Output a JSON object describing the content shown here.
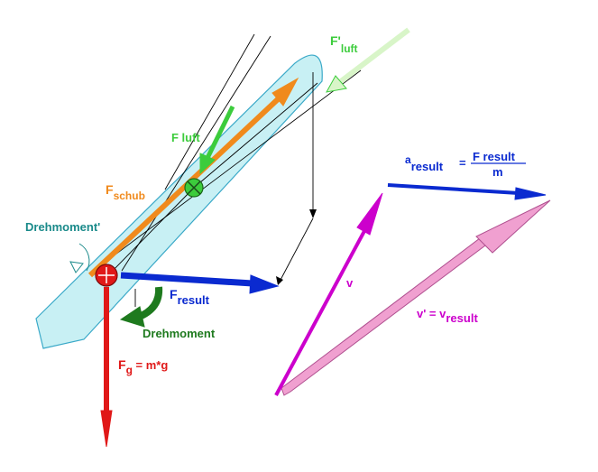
{
  "colors": {
    "body_fill": "#c8f0f4",
    "body_stroke": "#3aa9c8",
    "thrust": "#f08a1c",
    "air": "#3ccc3c",
    "air_light": "#d8f5c8",
    "resultant": "#0a2ad0",
    "gravity": "#e01818",
    "torque": "#1e7a1e",
    "torque_prime": "#1a8a8a",
    "velocity": "#cc00cc",
    "velocity_new": "#f0a0d0",
    "outline": "#000000"
  },
  "labels": {
    "f_luft_prime": {
      "main": "F'",
      "sub": "luft"
    },
    "f_luft": "F  luft",
    "f_schub": {
      "main": "F",
      "sub": "schub"
    },
    "drehmoment_prime": "Drehmoment'",
    "f_result": {
      "main": "F",
      "sub": "result"
    },
    "drehmoment": "Drehmoment",
    "f_g": {
      "main": "F",
      "sub": "g",
      "rest": " = m*g"
    },
    "a_result": {
      "main": "a",
      "sub": "result",
      "equals": "=",
      "numerator": "F  result",
      "denominator": "m"
    },
    "v": "v",
    "v_prime": {
      "main": "v' = v",
      "sub": "result"
    }
  }
}
